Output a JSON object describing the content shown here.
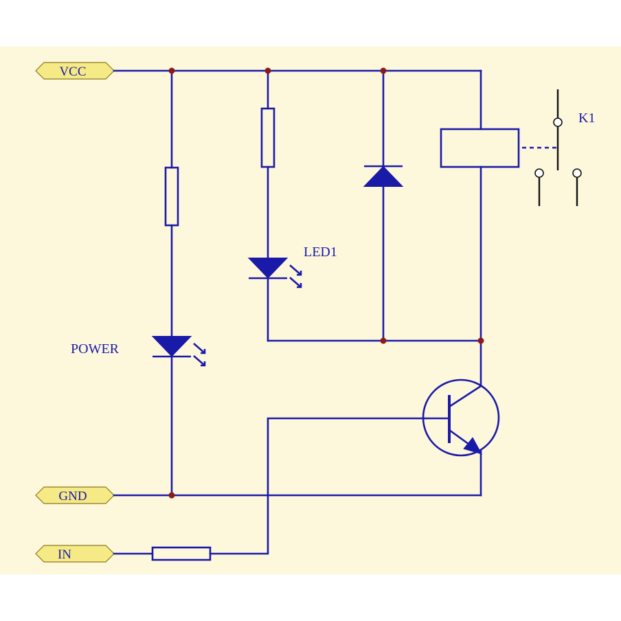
{
  "ports": {
    "vcc": "VCC",
    "gnd": "GND",
    "in": "IN"
  },
  "components": {
    "power_led": "POWER",
    "status_led": "LED1",
    "relay": "K1"
  },
  "colors": {
    "background": "#fdf7dc",
    "wire": "#1a1aa8",
    "junction": "#8b1a1a",
    "port_fill": "#f6ea86",
    "switch": "#111111"
  }
}
